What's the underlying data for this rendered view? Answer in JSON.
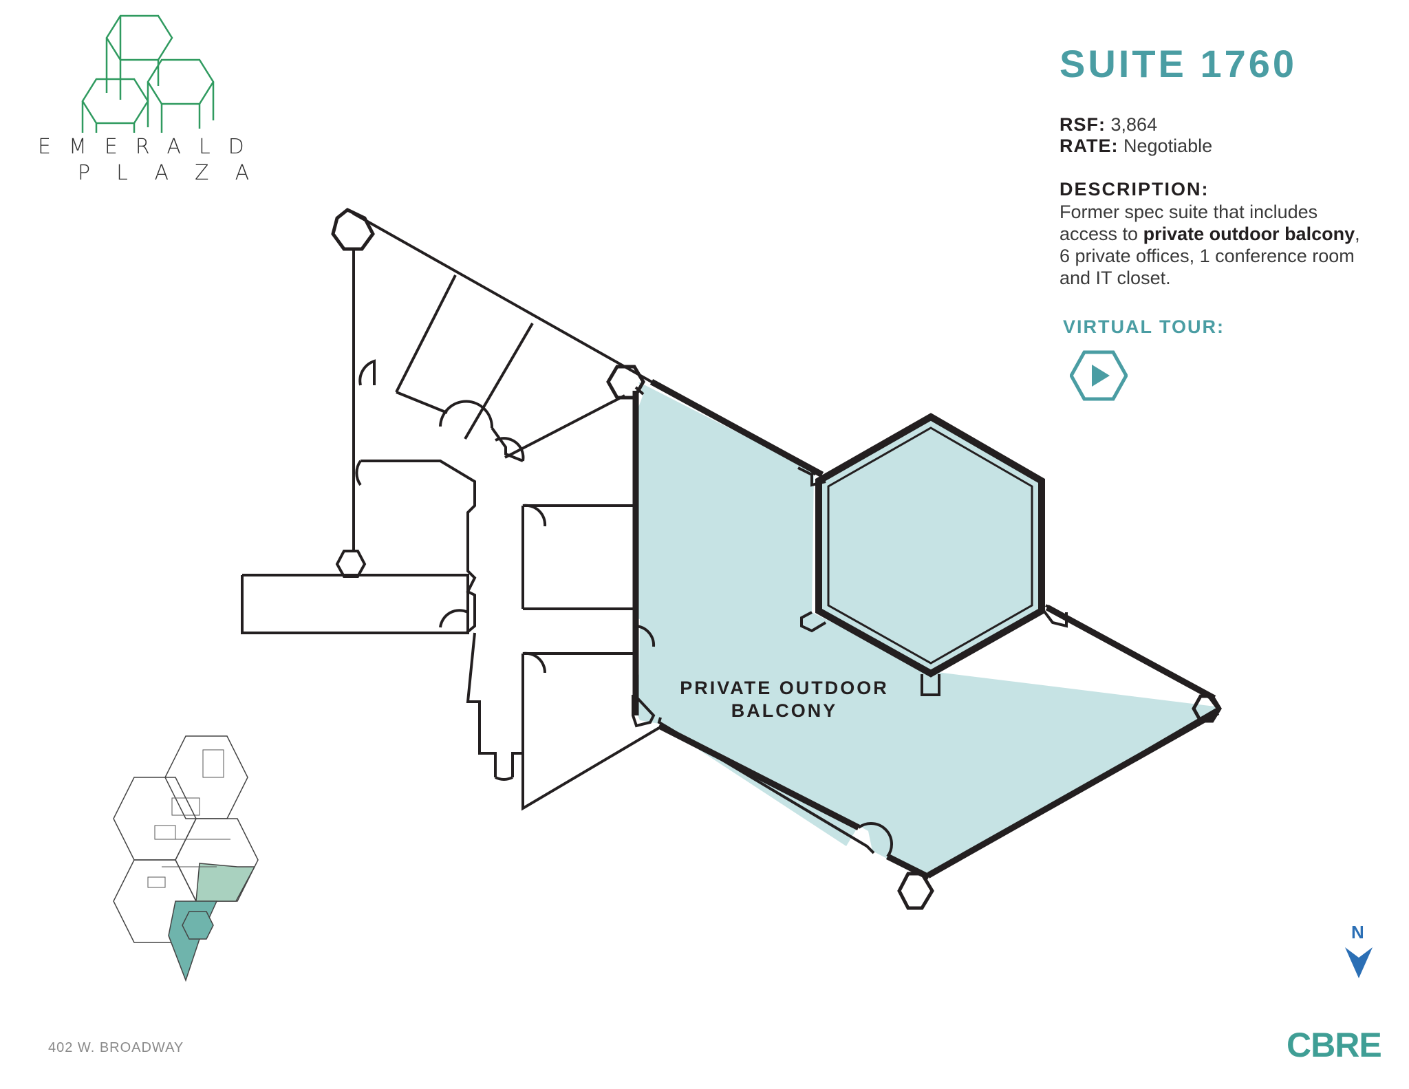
{
  "brand": {
    "name": "EMERALD",
    "sub": "PLAZA",
    "logo_icon": "hexagon-towers-icon",
    "logo_color": "#2f9a5f"
  },
  "suite": {
    "title": "SUITE 1760",
    "rsf_label": "RSF:",
    "rsf_value": "3,864",
    "rate_label": "RATE:",
    "rate_value": "Negotiable",
    "description_label": "DESCRIPTION:",
    "description_parts": [
      "Former spec suite that includes access to ",
      "private outdoor balcony",
      ", 6 private offices, 1 conference room and IT closet."
    ],
    "tour_label": "VIRTUAL TOUR:",
    "tour_icon": "play-hexagon-icon"
  },
  "floorplan": {
    "balcony_label_line1": "PRIVATE OUTDOOR",
    "balcony_label_line2": "BALCONY",
    "balcony_color": "#c6e3e4"
  },
  "north_arrow": {
    "label": "N",
    "icon": "north-arrow-icon",
    "color": "#2b6fb5"
  },
  "footer": {
    "address": "402 W. BROADWAY",
    "company": "CBRE"
  },
  "colors": {
    "accent": "#4a9da3",
    "cbre": "#3f9e95"
  }
}
